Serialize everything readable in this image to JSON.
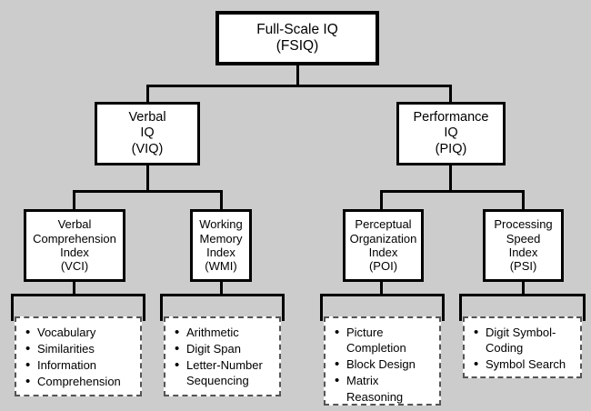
{
  "diagram": {
    "title": "Full-Scale IQ hierarchical structure",
    "background_color": "#cccccc",
    "box_fill": "#ffffff",
    "line_color": "#000000",
    "dashed_border_color": "#555555"
  },
  "nodes": {
    "root": {
      "name": "Full-Scale IQ",
      "abbr": "(FSIQ)",
      "text": "Full-Scale IQ\n(FSIQ)"
    },
    "verbal_iq": {
      "name": "Verbal IQ",
      "abbr": "(VIQ)",
      "text": "Verbal\nIQ\n(VIQ)"
    },
    "performance_iq": {
      "name": "Performance IQ",
      "abbr": "(PIQ)",
      "text": "Performance\nIQ\n(PIQ)"
    },
    "vci": {
      "name": "Verbal Comprehension Index",
      "abbr": "(VCI)",
      "text": "Verbal\nComprehension\nIndex\n(VCI)"
    },
    "wmi": {
      "name": "Working Memory Index",
      "abbr": "(WMI)",
      "text": "Working\nMemory\nIndex\n(WMI)"
    },
    "poi": {
      "name": "Perceptual Organization Index",
      "abbr": "(POI)",
      "text": "Perceptual\nOrganization\nIndex\n(POI)"
    },
    "psi": {
      "name": "Processing Speed Index",
      "abbr": "(PSI)",
      "text": "Processing\nSpeed\nIndex\n(PSI)"
    }
  },
  "subtests": {
    "vci": [
      "Vocabulary",
      "Similarities",
      "Information",
      "Comprehension"
    ],
    "wmi": [
      "Arithmetic",
      "Digit Span",
      "Letter-Number Sequencing"
    ],
    "poi": [
      "Picture Completion",
      "Block Design",
      "Matrix Reasoning"
    ],
    "psi": [
      "Digit Symbol-Coding",
      "Symbol Search"
    ]
  }
}
